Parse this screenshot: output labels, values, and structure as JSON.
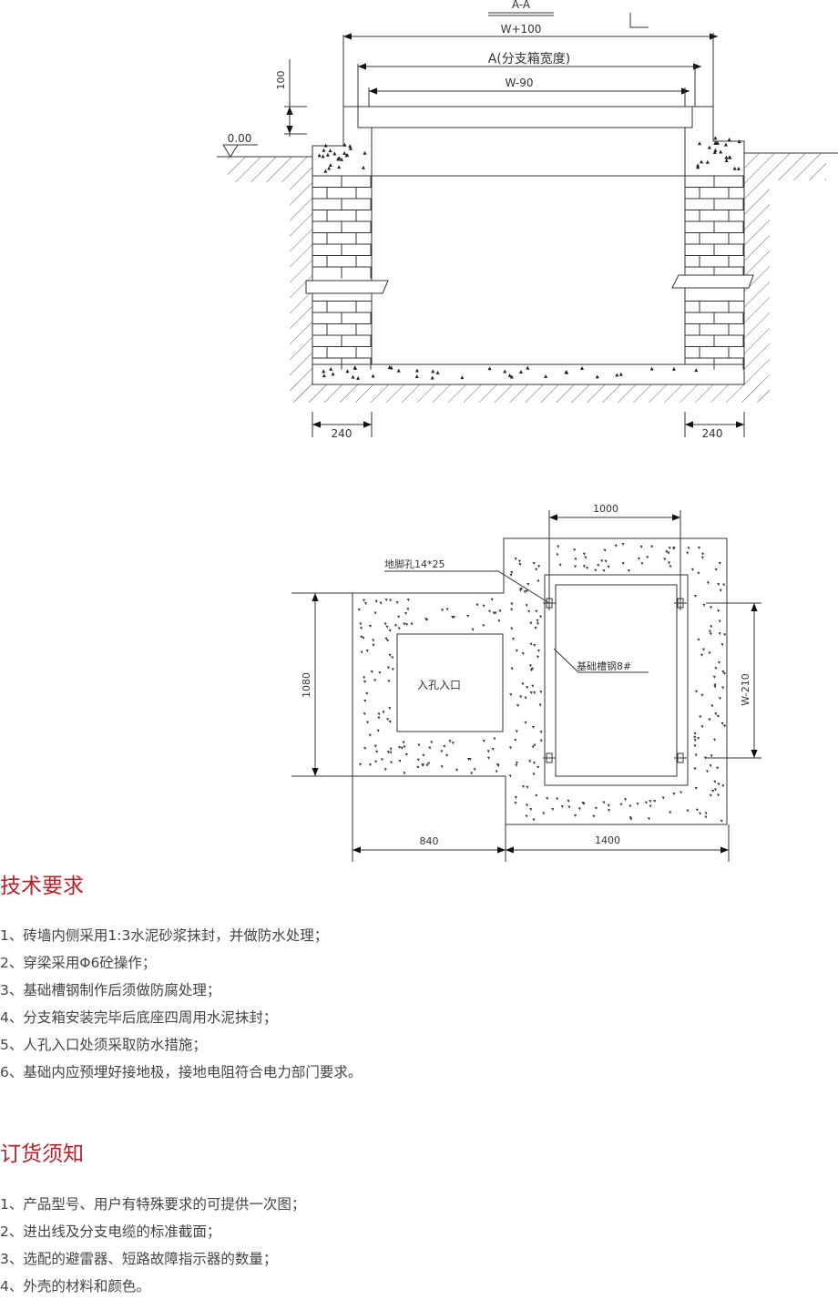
{
  "section_view": {
    "title": "A-A",
    "dim_outer": "W+100",
    "dim_box": "A(分支箱宽度)",
    "dim_inner": "W-90",
    "dim_height": "100",
    "level": "0.00",
    "wall_left": "240",
    "wall_right": "240"
  },
  "plan_view": {
    "dim_channel": "1000",
    "anchor_hole": "地脚孔14*25",
    "channel_steel": "基础槽钢8#",
    "manhole": "入孔入口",
    "dim_depth": "1080",
    "dim_w210": "W-210",
    "dim_left": "840",
    "dim_right": "1400"
  },
  "tech": {
    "title": "技术要求",
    "items": [
      "1、砖墙内侧采用1:3水泥砂浆抹封，并做防水处理；",
      "2、穿梁采用Φ6砼操作；",
      "3、基础槽钢制作后须做防腐处理；",
      "4、分支箱安装完毕后底座四周用水泥抹封；",
      "5、人孔入口处须采取防水措施；",
      "6、基础内应预埋好接地极，接地电阻符合电力部门要求。"
    ]
  },
  "order": {
    "title": "订货须知",
    "items": [
      "1、产品型号、用户有特殊要求的可提供一次图；",
      "2、进出线及分支电缆的标准截面；",
      "3、选配的避雷器、短路故障指示器的数量；",
      "4、外壳的材料和颜色。"
    ]
  },
  "colors": {
    "heading": "#b5222a",
    "line": "#333333"
  }
}
